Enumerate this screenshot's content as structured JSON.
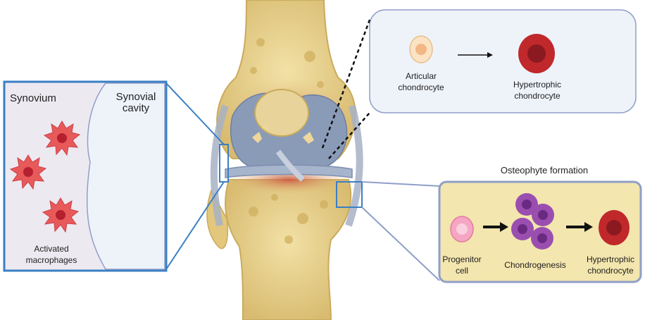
{
  "synovium_panel": {
    "synovium_label": "Synovium",
    "cavity_label": "Synovial\ncavity",
    "macrophages_label": "Activated\nmacrophages"
  },
  "chondrocyte_panel": {
    "articular_label": "Articular\nchondrocyte",
    "hypertrophic_label": "Hypertrophic\nchondrocyte"
  },
  "osteophyte_panel": {
    "title": "Osteophyte formation",
    "progenitor_label": "Progenitor\ncell",
    "chondrogenesis_label": "Chondrogenesis",
    "hypertrophic_label": "Hypertrophic\nchondrocyte"
  },
  "colors": {
    "bone": "#e6cf8a",
    "bone_dark": "#c9ab5d",
    "cartilage": "#8a9bb8",
    "inflamed": "#c96a55",
    "panel_border": "#3a7fc4",
    "macrophage": "#e85a5a",
    "hypertrophic": "#c0282b",
    "chondrogenesis": "#9a4fb0",
    "progenitor": "#f5a6c2"
  }
}
